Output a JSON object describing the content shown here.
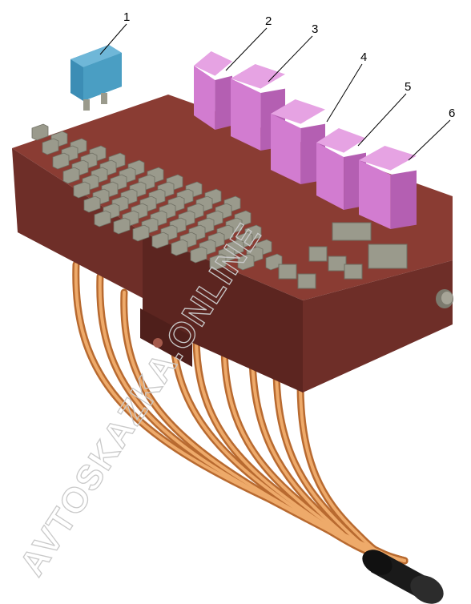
{
  "diagram": {
    "callouts": [
      {
        "id": "1",
        "label": "1"
      },
      {
        "id": "2",
        "label": "2"
      },
      {
        "id": "3",
        "label": "3"
      },
      {
        "id": "4",
        "label": "4"
      },
      {
        "id": "5",
        "label": "5"
      },
      {
        "id": "6",
        "label": "6"
      }
    ],
    "watermark": "AVTOSKAZKA.ONLINE"
  },
  "colors": {
    "housing": "#6e2e28",
    "housing_top": "#8a3c33",
    "housing_dark": "#4f1f1b",
    "fuse": "#4a9ec3",
    "relay": "#d27cd0",
    "terminal": "#9a9a8c",
    "wire": "#d98a4a",
    "boot": "#1a1a1a"
  }
}
